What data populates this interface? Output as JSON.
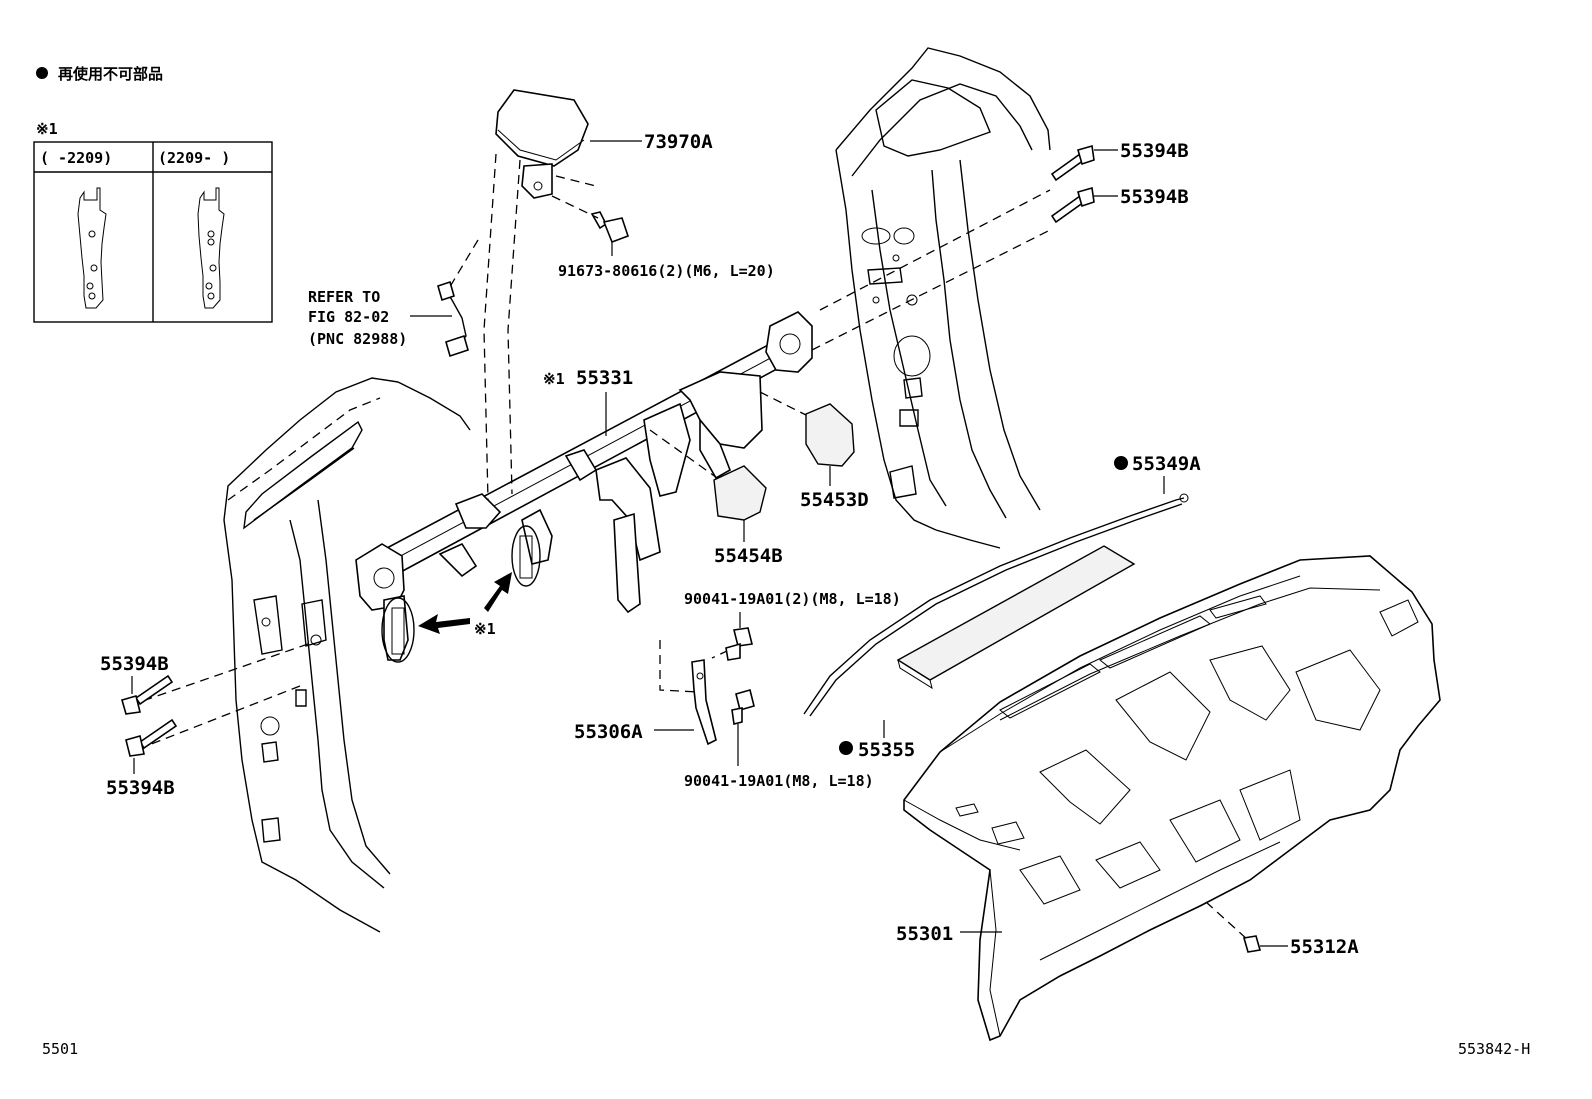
{
  "legend": {
    "bullet": "●",
    "text": "再使用不可部品"
  },
  "inset": {
    "marker": "※1",
    "columns": [
      {
        "label": "(     -2209)"
      },
      {
        "label": "(2209-     )"
      }
    ]
  },
  "refer": {
    "line1": "REFER TO",
    "line2": "FIG 82-02",
    "line3": "(PNC 82988)"
  },
  "labels": {
    "p73970A": "73970A",
    "p91673": "91673-80616(2)(M6, L=20)",
    "p55394B_1": "55394B",
    "p55394B_2": "55394B",
    "p55394B_3": "55394B",
    "p55394B_4": "55394B",
    "p55331_marker": "※1",
    "p55331": "55331",
    "p55453D": "55453D",
    "p55454B": "55454B",
    "p55349A": "55349A",
    "p90041_a": "90041-19A01(2)(M8, L=18)",
    "p90041_b": "90041-19A01(M8, L=18)",
    "p55306A": "55306A",
    "p55355": "55355",
    "p55301": "55301",
    "p55312A": "55312A",
    "callout_marker": "※1"
  },
  "footer": {
    "left": "5501",
    "right": "553842-H"
  }
}
